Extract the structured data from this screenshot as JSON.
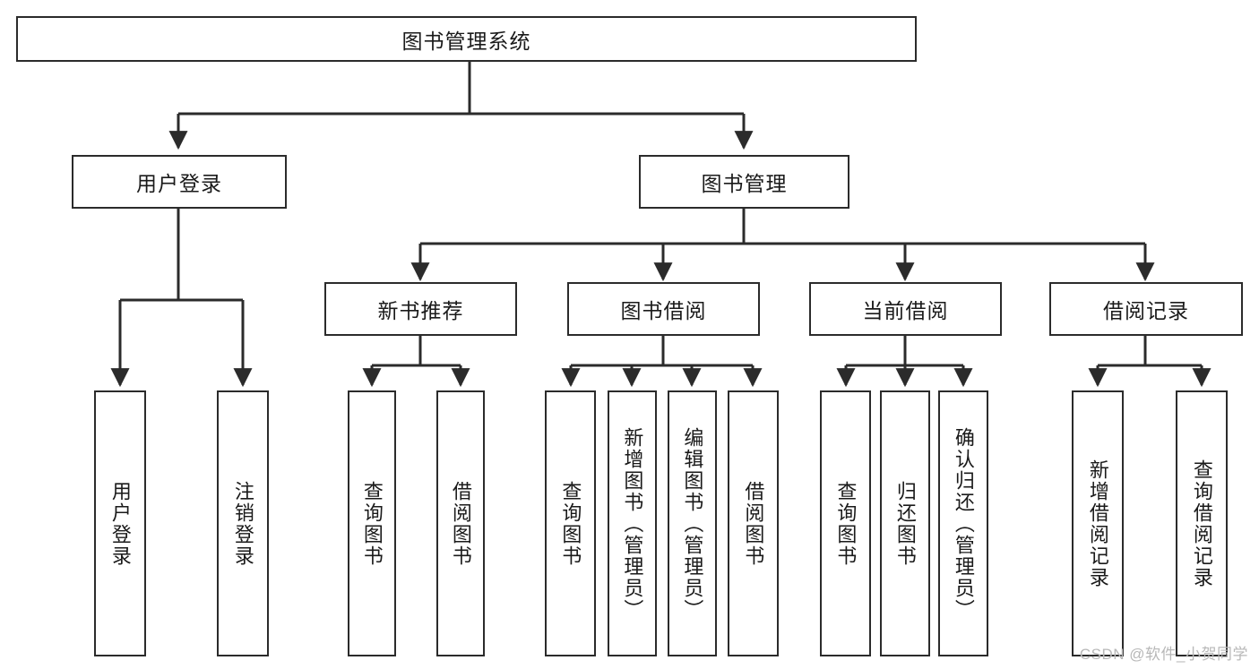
{
  "diagram": {
    "title": "图书管理系统",
    "type": "tree-hierarchy-diagram",
    "colors": {
      "box_border": "#2b2b2b",
      "box_fill": "#ffffff",
      "edge": "#2b2b2b",
      "text": "#1a1a1a",
      "watermark": "#b8b8b8",
      "background": "#ffffff"
    },
    "root": {
      "label": "图书管理系统"
    },
    "level2": [
      {
        "label": "用户登录"
      },
      {
        "label": "图书管理"
      }
    ],
    "level3": [
      {
        "label": "新书推荐"
      },
      {
        "label": "图书借阅"
      },
      {
        "label": "当前借阅"
      },
      {
        "label": "借阅记录"
      }
    ],
    "leaves": {
      "user_login": [
        {
          "label": "用户登录"
        },
        {
          "label": "注销登录"
        }
      ],
      "new_book_recommend": [
        {
          "label": "查询图书"
        },
        {
          "label": "借阅图书"
        }
      ],
      "book_borrow": [
        {
          "label": "查询图书"
        },
        {
          "label": "新增图书（管理员）"
        },
        {
          "label": "编辑图书（管理员）"
        },
        {
          "label": "借阅图书"
        }
      ],
      "current_borrow": [
        {
          "label": "查询图书"
        },
        {
          "label": "归还图书"
        },
        {
          "label": "确认归还（管理员）"
        }
      ],
      "borrow_record": [
        {
          "label": "新增借阅记录"
        },
        {
          "label": "查询借阅记录"
        }
      ]
    }
  },
  "watermark": {
    "text": "CSDN @软件_小贺同学"
  }
}
